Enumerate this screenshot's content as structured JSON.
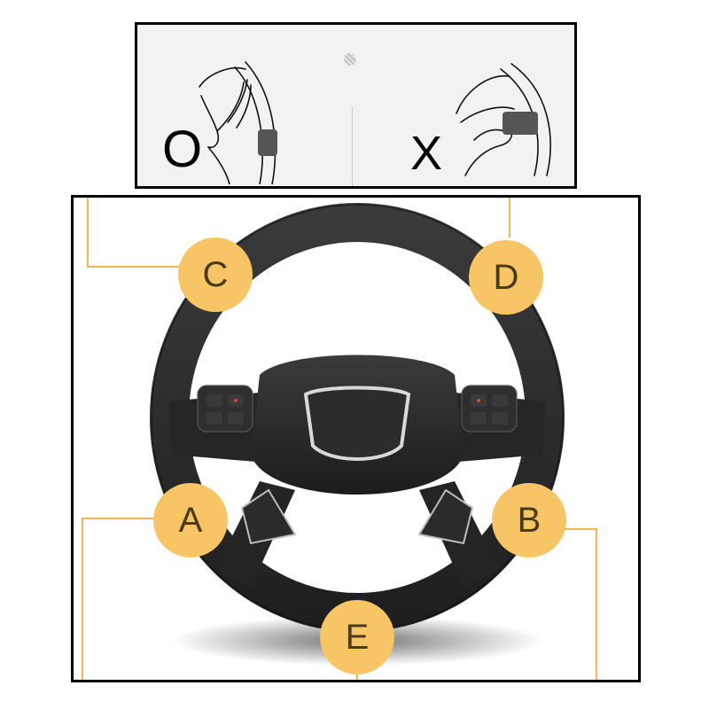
{
  "colors": {
    "label_fill": "#f7c566",
    "leader_line": "#f2b455",
    "wheel_dark": "#2a2a2a",
    "chrome": "#d9d9d9"
  },
  "top_panel": {
    "correct": {
      "mark": "O",
      "icon": "hand-cover-grip-icon"
    },
    "incorrect": {
      "mark": "X",
      "icon": "hand-pinch-grip-icon"
    }
  },
  "wheel": {
    "icon": "steering-wheel-icon",
    "labels": [
      "A",
      "B",
      "C",
      "D",
      "E"
    ]
  }
}
